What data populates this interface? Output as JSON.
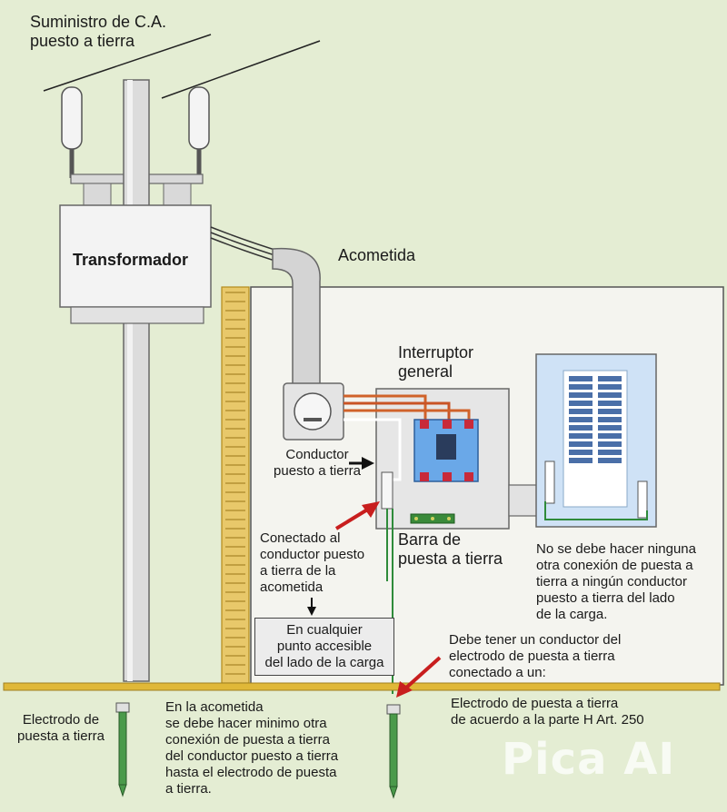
{
  "labels": {
    "supply_line1": "Suministro de C.A.",
    "supply_line2": "puesto a tierra",
    "transformer": "Transformador",
    "service_drop": "Acometida",
    "main_breaker_line1": "Interruptor",
    "main_breaker_line2": "general",
    "grounded_conductor_line1": "Conductor",
    "grounded_conductor_line2": "puesto a tierra",
    "ground_bar_line1": "Barra de",
    "ground_bar_line2": "puesta a tierra",
    "connected_line1": "Conectado al",
    "connected_line2": "conductor puesto",
    "connected_line3": "a tierra de la",
    "connected_line4": "acometida",
    "any_point_line1": "En cualquier",
    "any_point_line2": "punto accesible",
    "any_point_line3": "del lado de la carga",
    "no_connection_line1": "No se debe hacer ninguna",
    "no_connection_line2": "otra conexión de puesta a",
    "no_connection_line3": "tierra a ningún conductor",
    "no_connection_line4": "puesto a tierra del lado",
    "no_connection_line5": "de la carga.",
    "must_have_line1": "Debe tener un conductor del",
    "must_have_line2": "electrodo de puesta a tierra",
    "must_have_line3": "conectado a un:",
    "electrode_left_line1": "Electrodo de",
    "electrode_left_line2": "puesta a tierra",
    "service_min_line1": "En la acometida",
    "service_min_line2": "se debe hacer minimo otra",
    "service_min_line3": "conexión de puesta a tierra",
    "service_min_line4": "del conductor puesto a tierra",
    "service_min_line5": "hasta el electrodo de puesta",
    "service_min_line6": "a tierra.",
    "electrode_right_line1": "Electrodo de puesta a tierra",
    "electrode_right_line2": "de acuerdo a la parte H Art. 250"
  },
  "watermark": "Pica AI",
  "colors": {
    "background": "#e4edd3",
    "ground_wire": "#2e8b3a",
    "phase_wire": "#d0622a",
    "breaker_body": "#6aa8e8",
    "breaker_handle": "#c82a3a",
    "arrow_red": "#c81e1e",
    "floor": "#e0b838",
    "panel_blue": "#cfe2f6"
  }
}
